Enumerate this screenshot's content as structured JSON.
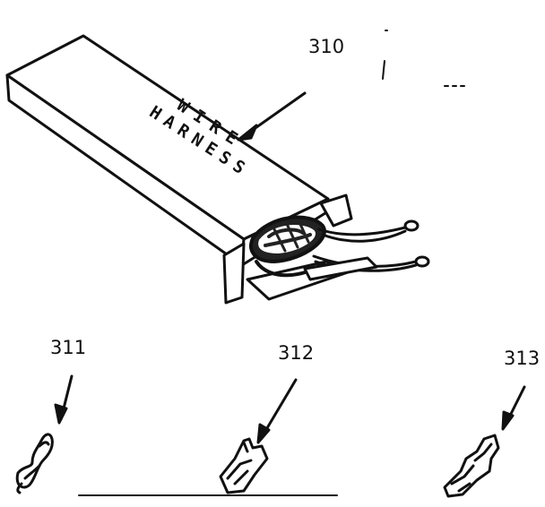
{
  "diagram": {
    "box_label_line1": "WIRE",
    "box_label_line2": "HARNESS",
    "callouts": [
      {
        "id": "310",
        "label": "310"
      },
      {
        "id": "311",
        "label": "311"
      },
      {
        "id": "312",
        "label": "312"
      },
      {
        "id": "313",
        "label": "313"
      }
    ],
    "ink_color": "#111111",
    "paper_color": "#ffffff"
  }
}
